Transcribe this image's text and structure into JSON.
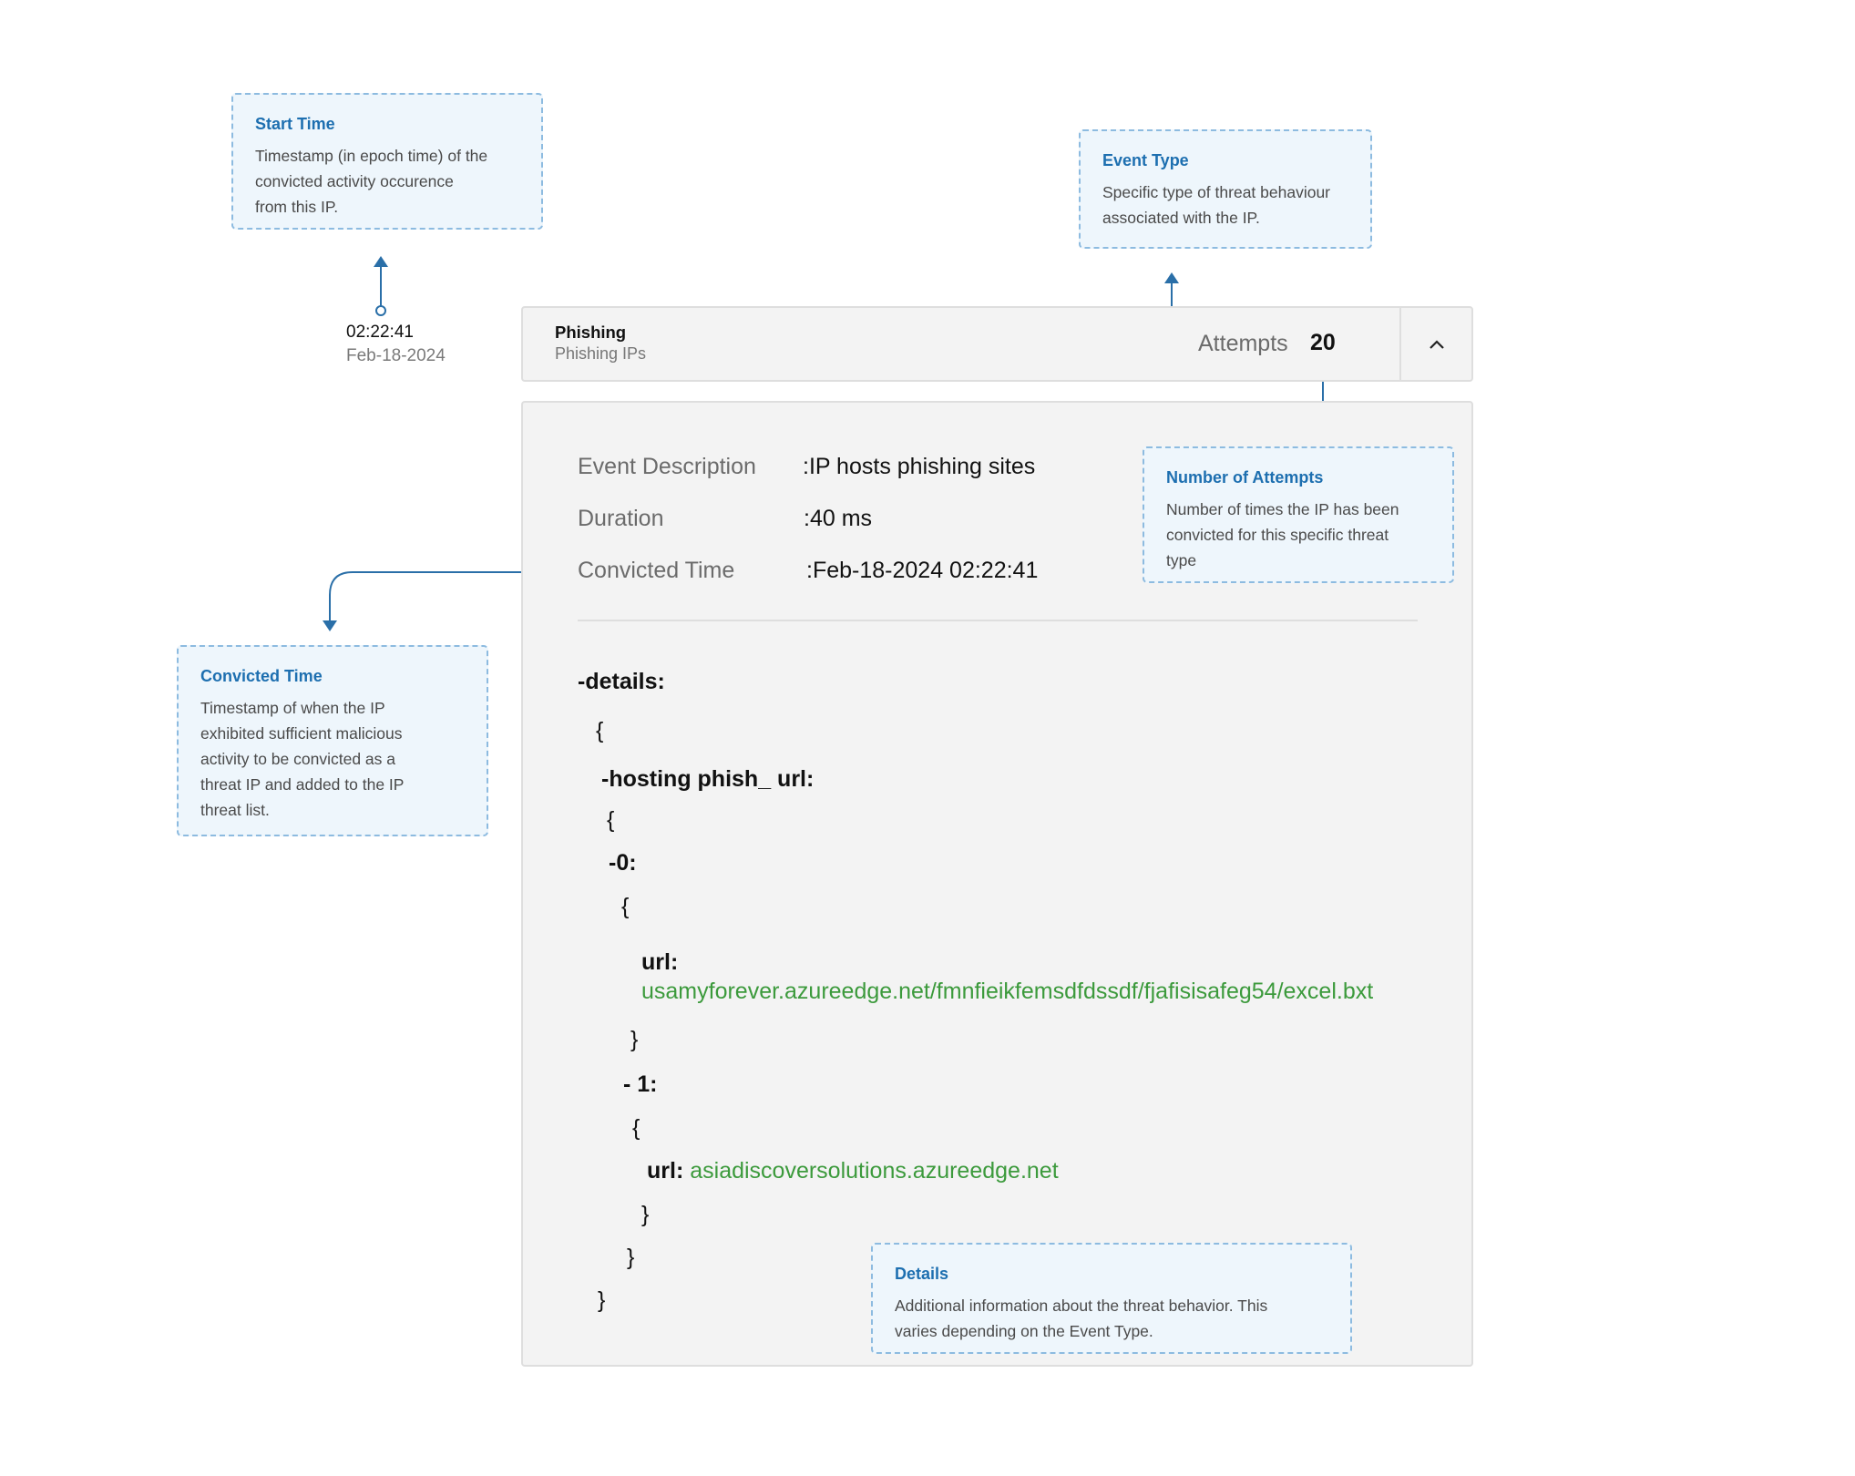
{
  "callouts": {
    "start_time": {
      "title": "Start Time",
      "lines": [
        "Timestamp (in epoch time) of the",
        "convicted activity occurence",
        "from this IP."
      ]
    },
    "event_type": {
      "title": "Event Type",
      "lines": [
        "Specific type of threat behaviour",
        "associated with the IP."
      ]
    },
    "attempts": {
      "title": "Number of Attempts",
      "lines": [
        "Number of times the IP has been",
        "convicted for this specific threat",
        "type"
      ]
    },
    "convicted_time": {
      "title": "Convicted Time",
      "lines": [
        "Timestamp of when the IP",
        "exhibited sufficient malicious",
        "activity to be convicted as a",
        "threat IP and added to the IP",
        "threat list."
      ]
    },
    "details": {
      "title": "Details",
      "lines": [
        "Additional information about the threat behavior. This",
        "varies depending on the Event Type."
      ]
    }
  },
  "timestamp": {
    "time": "02:22:41",
    "date": "Feb-18-2024"
  },
  "event": {
    "name": "Phishing",
    "category": "Phishing IPs",
    "attempts_label": "Attempts",
    "attempts_value": "20",
    "collapse_icon": "chevron-up-icon"
  },
  "properties": {
    "description_label": "Event Description",
    "description_value": ":IP hosts phishing sites",
    "duration_label": "Duration",
    "duration_value": ":40 ms",
    "convicted_label": "Convicted Time",
    "convicted_value": ":Feb-18-2024 02:22:41"
  },
  "details_json": {
    "details_key": "-details:",
    "open_brace_1": "{",
    "hosting_key": "-hosting phish_ url:",
    "open_brace_2": "{",
    "item0_key": "-0:",
    "open_brace_3": "{",
    "url0_key": "url:",
    "url0_value": "usamyforever.azureedge.net/fmnfieikfemsdfdssdf/fjafisisafeg54/excel.bxt",
    "close_brace_3": "}",
    "item1_key": "- 1:",
    "open_brace_4": "{",
    "url1_key": "url:",
    "url1_value": "asiadiscoversolutions.azureedge.net",
    "close_brace_4": "}",
    "close_brace_2": "}",
    "close_brace_1": "}"
  },
  "colors": {
    "accent": "#2a6fa8",
    "callout_bg": "#eef6fc",
    "callout_border": "#8dbbe0",
    "panel_bg": "#f3f3f3",
    "url_green": "#3c9a3c"
  }
}
